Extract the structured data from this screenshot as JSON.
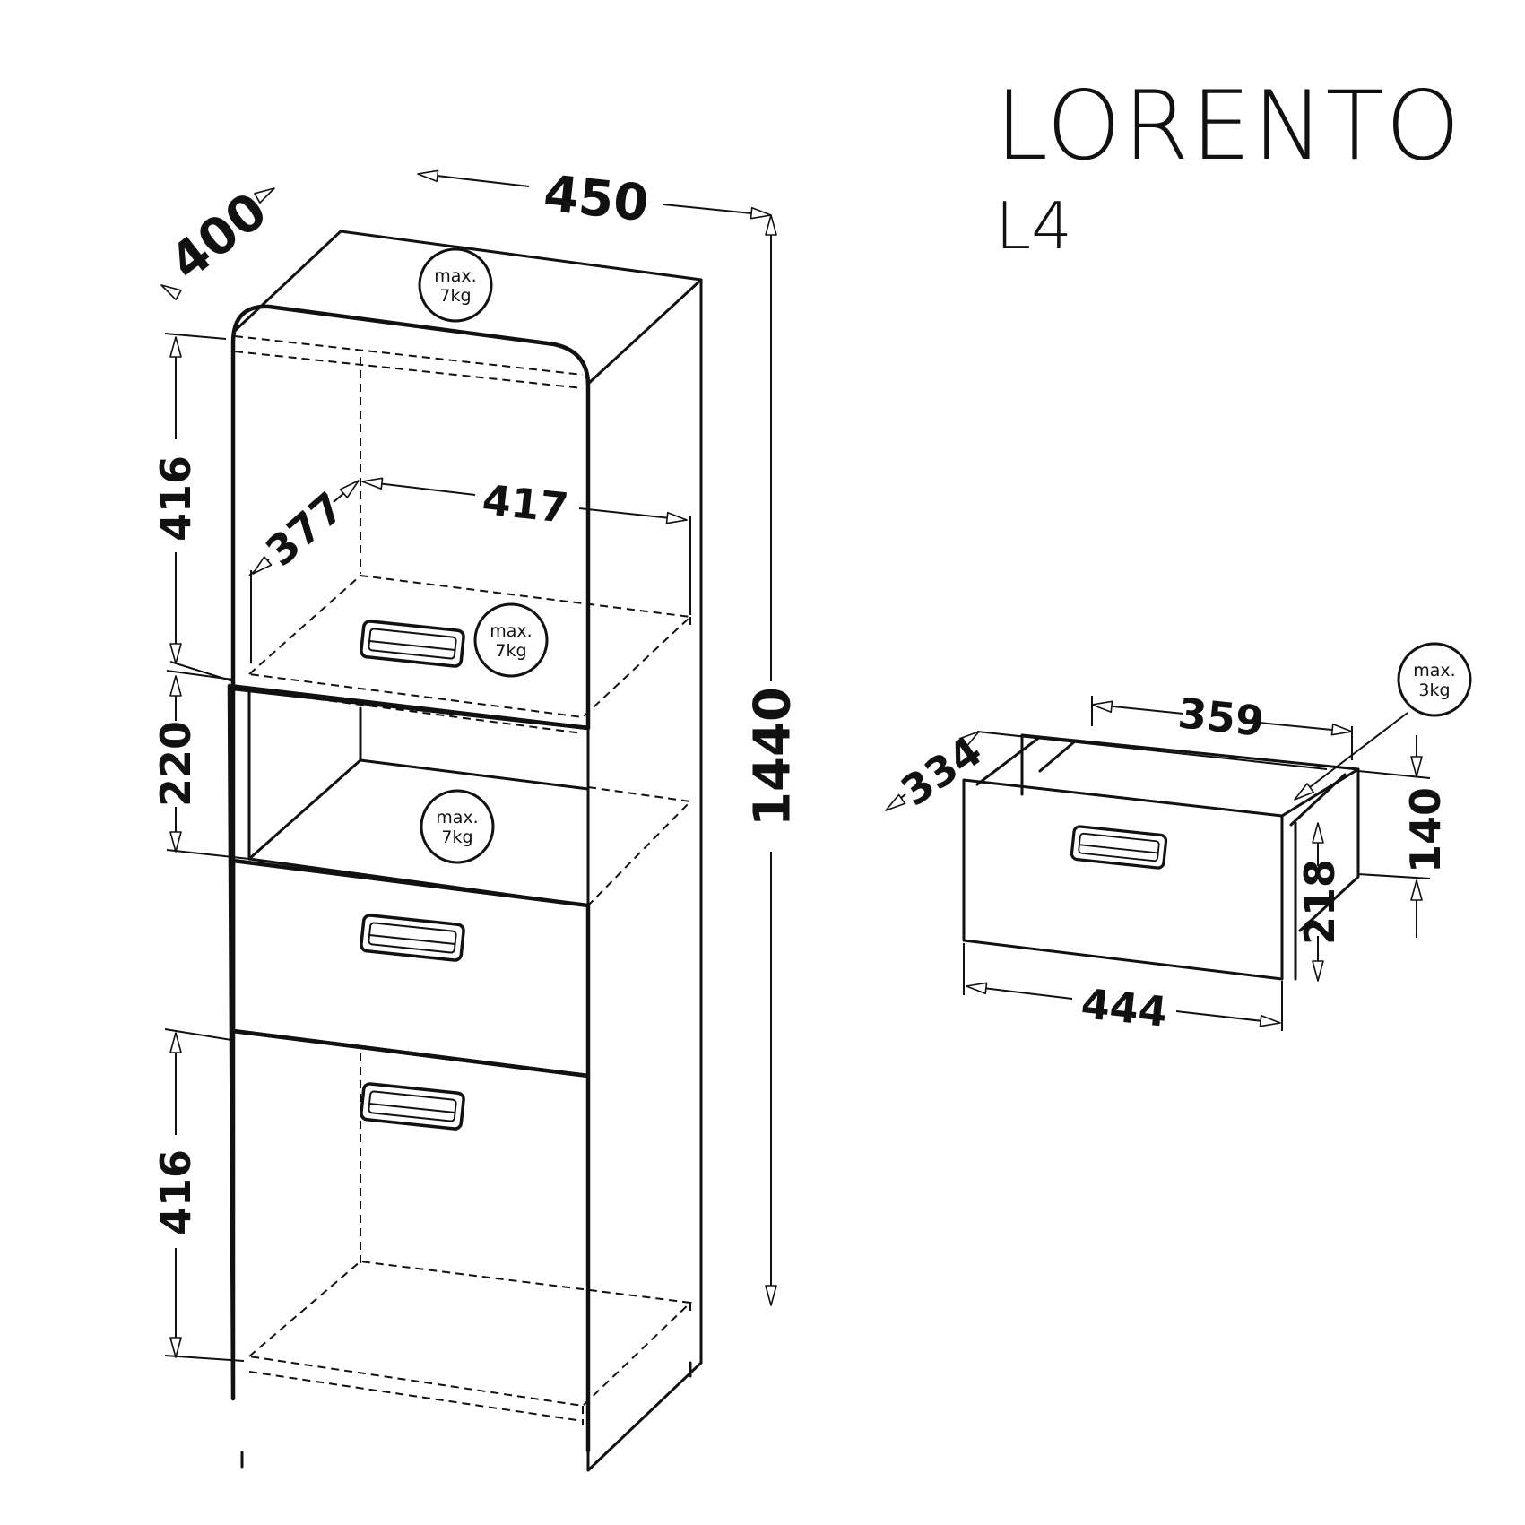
{
  "header": {
    "brand": "LORENTO",
    "model": "L4"
  },
  "cabinet": {
    "width": "450",
    "depth": "400",
    "height": "1440",
    "top_section_height": "416",
    "open_shelf_height": "220",
    "bottom_section_height": "416",
    "inner_width": "417",
    "inner_depth": "377",
    "load_badges": [
      {
        "line1": "max.",
        "line2": "7kg"
      },
      {
        "line1": "max.",
        "line2": "7kg"
      },
      {
        "line1": "max.",
        "line2": "7kg"
      }
    ]
  },
  "drawer": {
    "inner_width": "359",
    "inner_depth": "334",
    "front_width": "444",
    "front_height": "218",
    "side_height": "140",
    "load_badge": {
      "line1": "max.",
      "line2": "3kg"
    }
  }
}
